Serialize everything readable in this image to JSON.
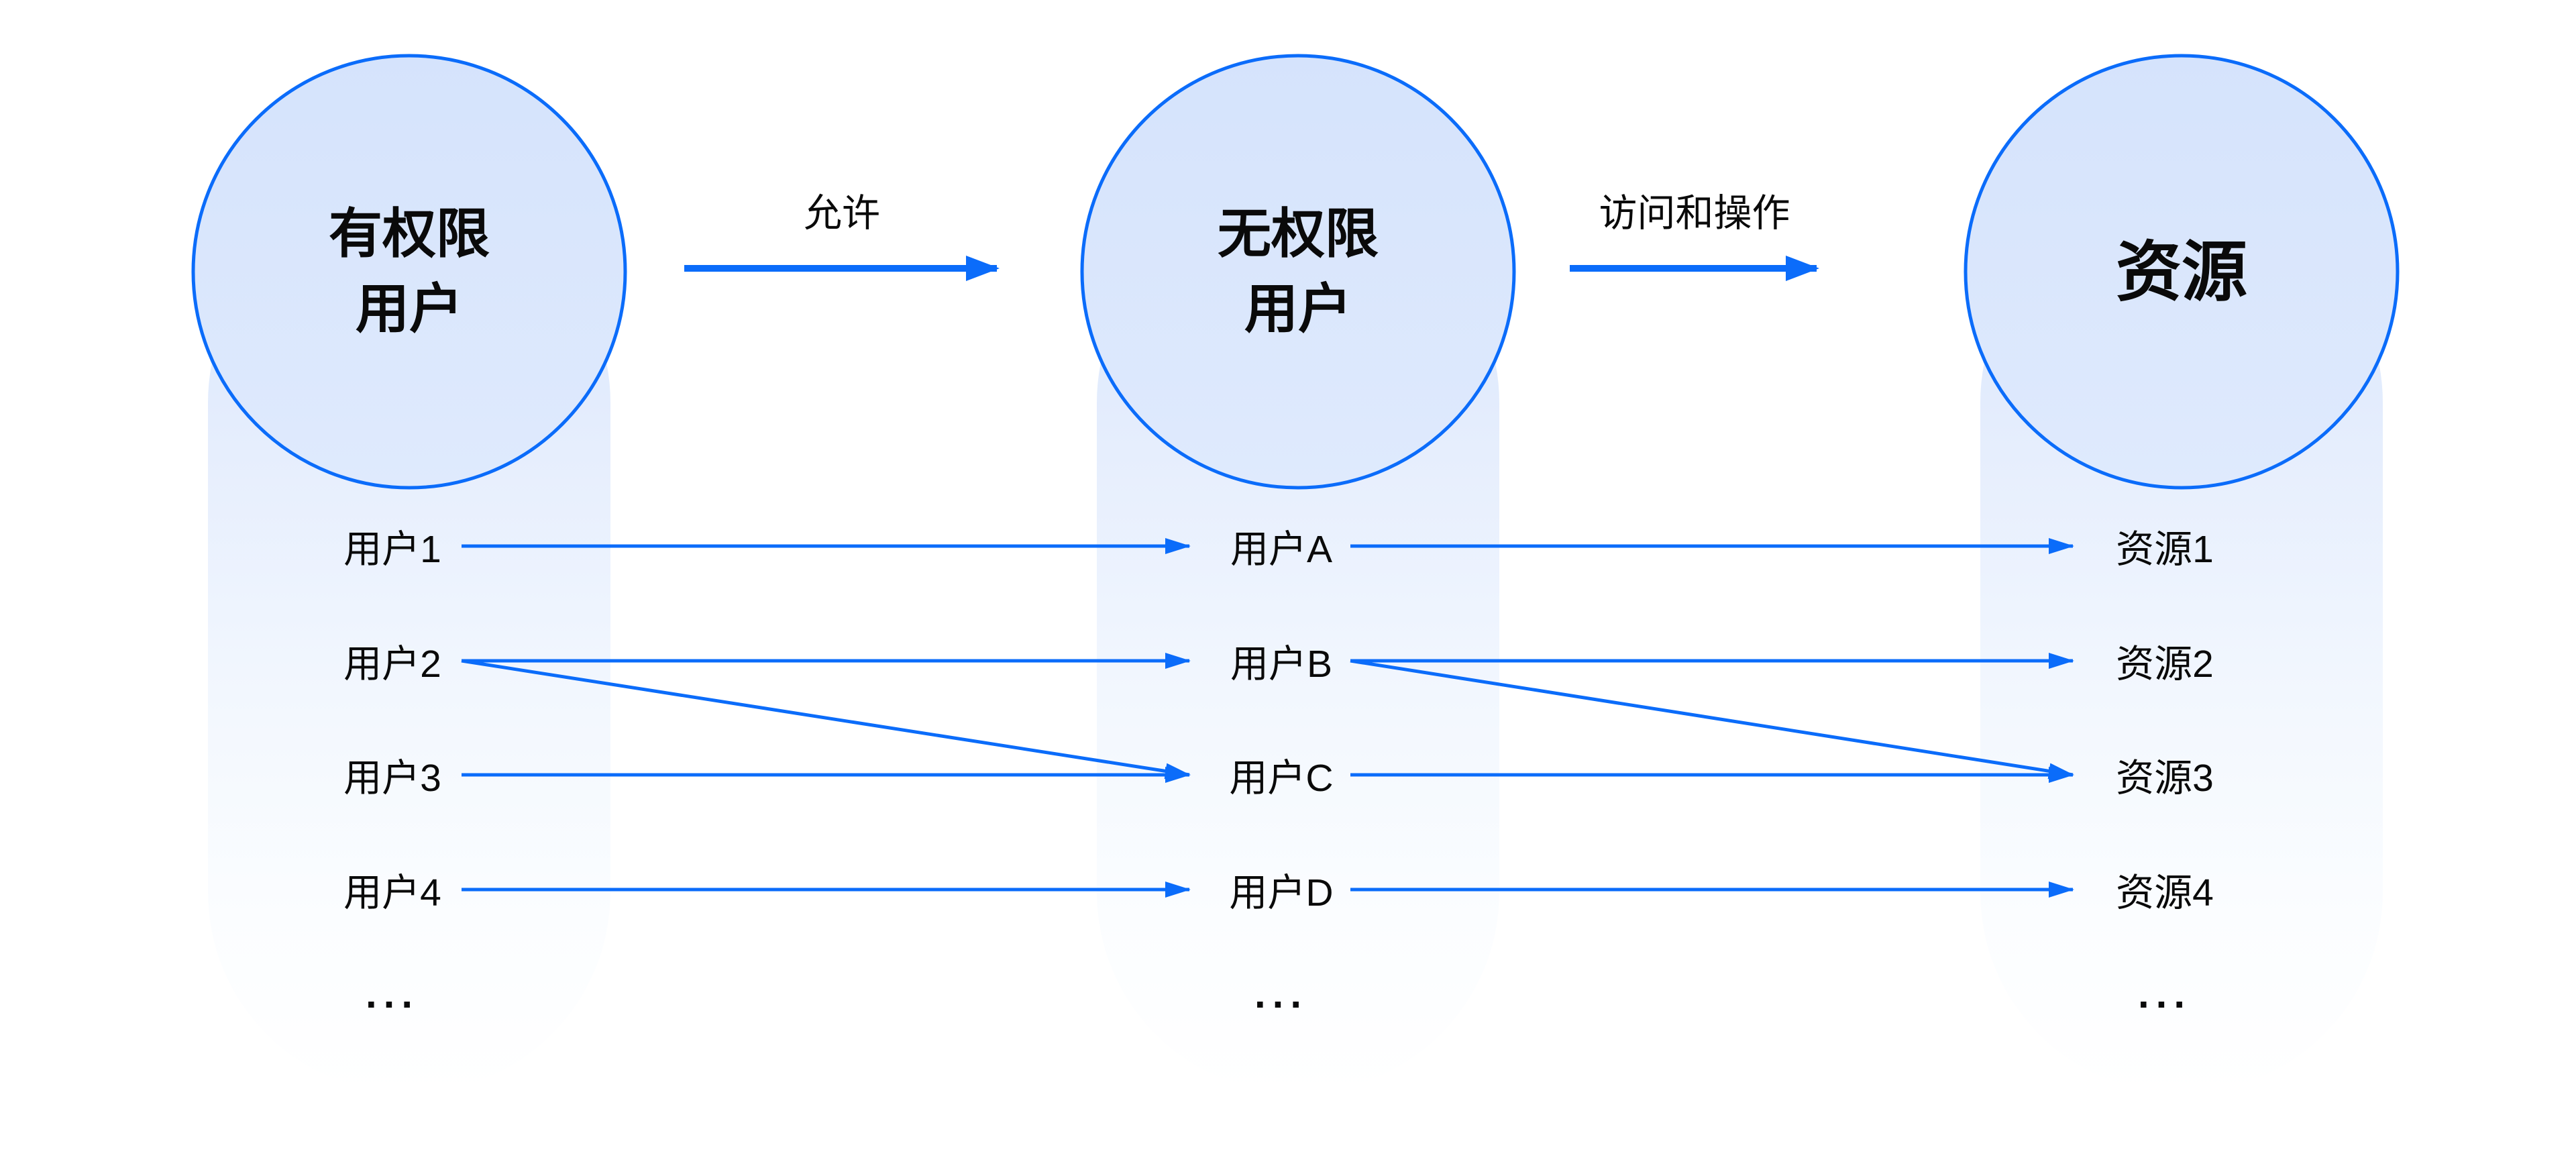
{
  "page": {
    "background": "#ffffff"
  },
  "colors": {
    "accent": "#0b6cfa",
    "circle_fill_top": "#d5e3fc",
    "circle_fill_bottom": "#e0ebfd",
    "pill_top": "#d7e5fc",
    "text": "#0a0a0a"
  },
  "columns": [
    {
      "id": "privileged-users",
      "circle_label": "有权限\n用户",
      "items": [
        "用户1",
        "用户2",
        "用户3",
        "用户4"
      ],
      "more": "..."
    },
    {
      "id": "non-privileged-users",
      "circle_label": "无权限\n用户",
      "items": [
        "用户A",
        "用户B",
        "用户C",
        "用户D"
      ],
      "more": "..."
    },
    {
      "id": "resources",
      "circle_label": "资源",
      "items": [
        "资源1",
        "资源2",
        "资源3",
        "资源4"
      ],
      "more": "..."
    }
  ],
  "flow_arrows": [
    {
      "label": "允许",
      "from": "privileged-users",
      "to": "non-privileged-users"
    },
    {
      "label": "访问和操作",
      "from": "non-privileged-users",
      "to": "resources"
    }
  ],
  "connections": [
    {
      "from": [
        0,
        0
      ],
      "to": [
        1,
        0
      ]
    },
    {
      "from": [
        0,
        1
      ],
      "to": [
        1,
        1
      ]
    },
    {
      "from": [
        0,
        1
      ],
      "to": [
        1,
        2
      ]
    },
    {
      "from": [
        0,
        2
      ],
      "to": [
        1,
        2
      ]
    },
    {
      "from": [
        0,
        3
      ],
      "to": [
        1,
        3
      ]
    },
    {
      "from": [
        1,
        0
      ],
      "to": [
        2,
        0
      ]
    },
    {
      "from": [
        1,
        1
      ],
      "to": [
        2,
        1
      ]
    },
    {
      "from": [
        1,
        1
      ],
      "to": [
        2,
        2
      ]
    },
    {
      "from": [
        1,
        2
      ],
      "to": [
        2,
        2
      ]
    },
    {
      "from": [
        1,
        3
      ],
      "to": [
        2,
        3
      ]
    }
  ]
}
